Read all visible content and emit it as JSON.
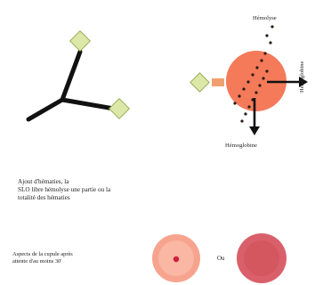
{
  "labels": {
    "top": "Hémolyse",
    "bottom": "Hémoglobine",
    "side": "Hémoglobine"
  },
  "caption": {
    "lines": [
      "Ajout d'hématies, la",
      "SLO libre hémolyse une partie ou la",
      "totalité des hématies"
    ]
  },
  "aspect": {
    "lines": [
      "Aspects de la cupule après",
      "attente d'au moins 30'"
    ],
    "or_label": "Ou"
  },
  "colors": {
    "diamond": "#dce8a8",
    "cell": "#f47a5a",
    "cupule_light": "#f7a48f",
    "cupule_dark": "#d9606a"
  }
}
